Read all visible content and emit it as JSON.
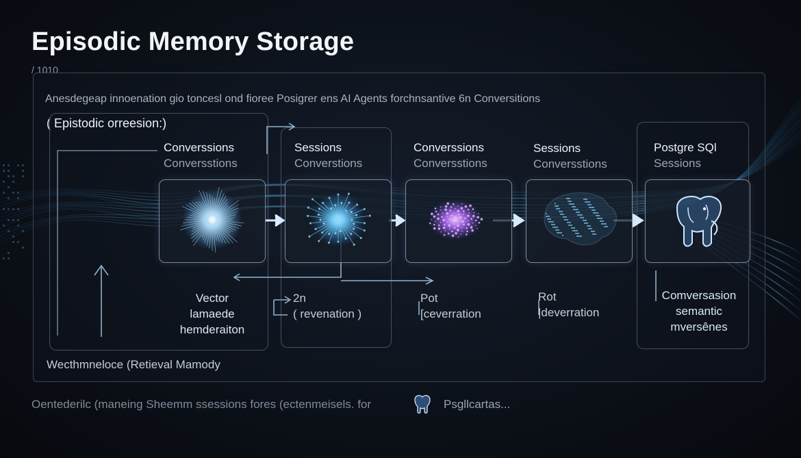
{
  "title": "Episodic Memory Storage",
  "subtag": "/ 1010",
  "description": "Anesdegeap innoenation gio toncesl ond fioree Posigrer ens AI Agents forchnsantive 6n Conversitions",
  "episodic_label": "( Epistodic orreesion:)",
  "stages": [
    {
      "title": "Converssions",
      "subtitle": "Conversstions",
      "icon": "radial-burst-icon"
    },
    {
      "title": "Sessions",
      "subtitle": "Converstions",
      "icon": "neural-node-icon"
    },
    {
      "title": "Converssions",
      "subtitle": "Conversstions",
      "icon": "purple-cluster-icon"
    },
    {
      "title": "Sessions",
      "subtitle": "Conversstions",
      "icon": "particle-brain-icon"
    },
    {
      "title": "Postgre SQl",
      "subtitle": "Sessions",
      "icon": "postgres-elephant-icon"
    }
  ],
  "below_labels": {
    "vector": [
      "Vector",
      "lamaede",
      "hemderaiton"
    ],
    "revenation": [
      "2n",
      "( revenation )"
    ],
    "pot": [
      "Pot",
      "[ceverration"
    ],
    "rot": [
      "Rot",
      "|deverration"
    ],
    "conversation": [
      "Comversasion",
      "semantic",
      "mversênes"
    ]
  },
  "footer_label": "Wecthmneloce (Retieval Mamody",
  "bottom_note": "Oentederilc (maneing Sheemm ssessions fores (ectenmeisels.   for",
  "bottom_app": "Psgllcartas...",
  "colors": {
    "background": "#0c1119",
    "accent_blue": "#5fc8ff",
    "accent_purple": "#b36cff",
    "panel_border": "#3c4654"
  }
}
